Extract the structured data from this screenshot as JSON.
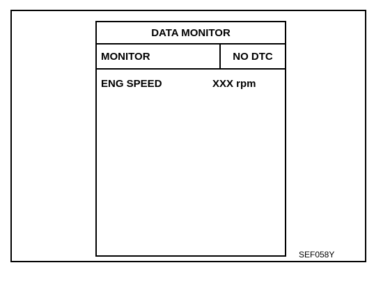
{
  "screen": {
    "title": "DATA MONITOR",
    "header": {
      "monitor_label": "MONITOR",
      "status_label": "NO DTC"
    },
    "items": [
      {
        "name": "ENG SPEED",
        "value": "XXX rpm"
      }
    ]
  },
  "figure_code": "SEF058Y"
}
